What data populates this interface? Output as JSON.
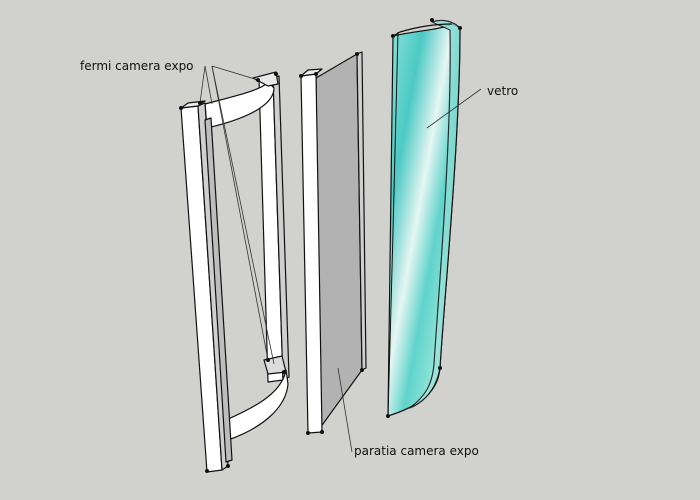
{
  "labels": {
    "fermi": "fermi camera expo",
    "vetro": "vetro",
    "paratia": "paratia camera expo"
  },
  "colors": {
    "background": "#d1d1cd",
    "frame_face": "#ffffff",
    "frame_side": "#cfcfcf",
    "panel_face": "#b2b2b2",
    "glass": "#7fe0d6",
    "edge": "#111111"
  }
}
